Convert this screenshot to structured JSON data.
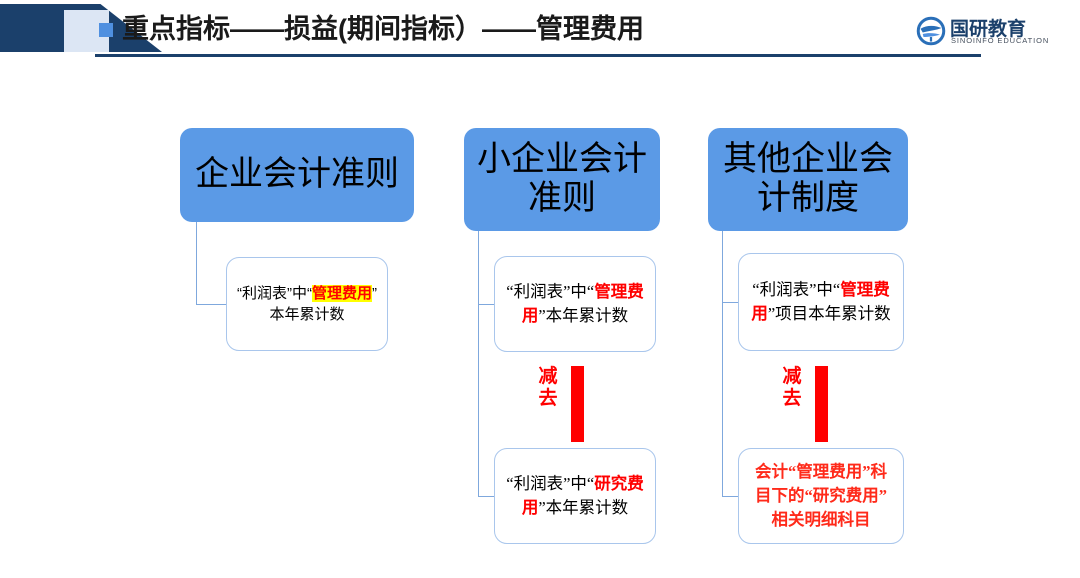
{
  "header": {
    "title": "重点指标——损益(期间指标）——管理费用",
    "logo": {
      "cn": "国研教育",
      "en": "SINOINFO EDUCATION"
    }
  },
  "diagram": {
    "columns": [
      {
        "heading": "企业会计准则",
        "nodes": [
          {
            "segments": [
              {
                "text": "“利润表”中“",
                "style": "plain"
              },
              {
                "text": "管理费用",
                "style": "highlight-red"
              },
              {
                "text": "”本年累计数",
                "style": "plain"
              }
            ]
          }
        ],
        "operator": null
      },
      {
        "heading": "小企业会计准则",
        "nodes": [
          {
            "segments": [
              {
                "text": "“利润表”中“",
                "style": "plain"
              },
              {
                "text": "管理费用",
                "style": "red"
              },
              {
                "text": "”本年累计数",
                "style": "plain"
              }
            ]
          },
          {
            "segments": [
              {
                "text": "“利润表”中“",
                "style": "plain"
              },
              {
                "text": "研究费用",
                "style": "red"
              },
              {
                "text": "”本年累计数",
                "style": "plain"
              }
            ]
          }
        ],
        "operator": "减去"
      },
      {
        "heading": "其他企业会计制度",
        "nodes": [
          {
            "segments": [
              {
                "text": "“利润表”中“",
                "style": "plain"
              },
              {
                "text": "管理费用",
                "style": "red"
              },
              {
                "text": "”项目本年累计数",
                "style": "plain"
              }
            ]
          },
          {
            "segments": [
              {
                "text": "会计“管理费用”科目下的“研究费用”相关明细科目",
                "style": "all-red"
              }
            ]
          }
        ],
        "operator": "减去"
      }
    ]
  },
  "colors": {
    "navy": "#1b406b",
    "box_blue": "#5b9ae6",
    "light_square": "#dce6f4",
    "accent_blue": "#4f90e0",
    "connector_blue": "#7fa8dd",
    "red": "#ff0000",
    "highlight_yellow": "#ffff00",
    "border_blue": "#a9c6ec"
  }
}
